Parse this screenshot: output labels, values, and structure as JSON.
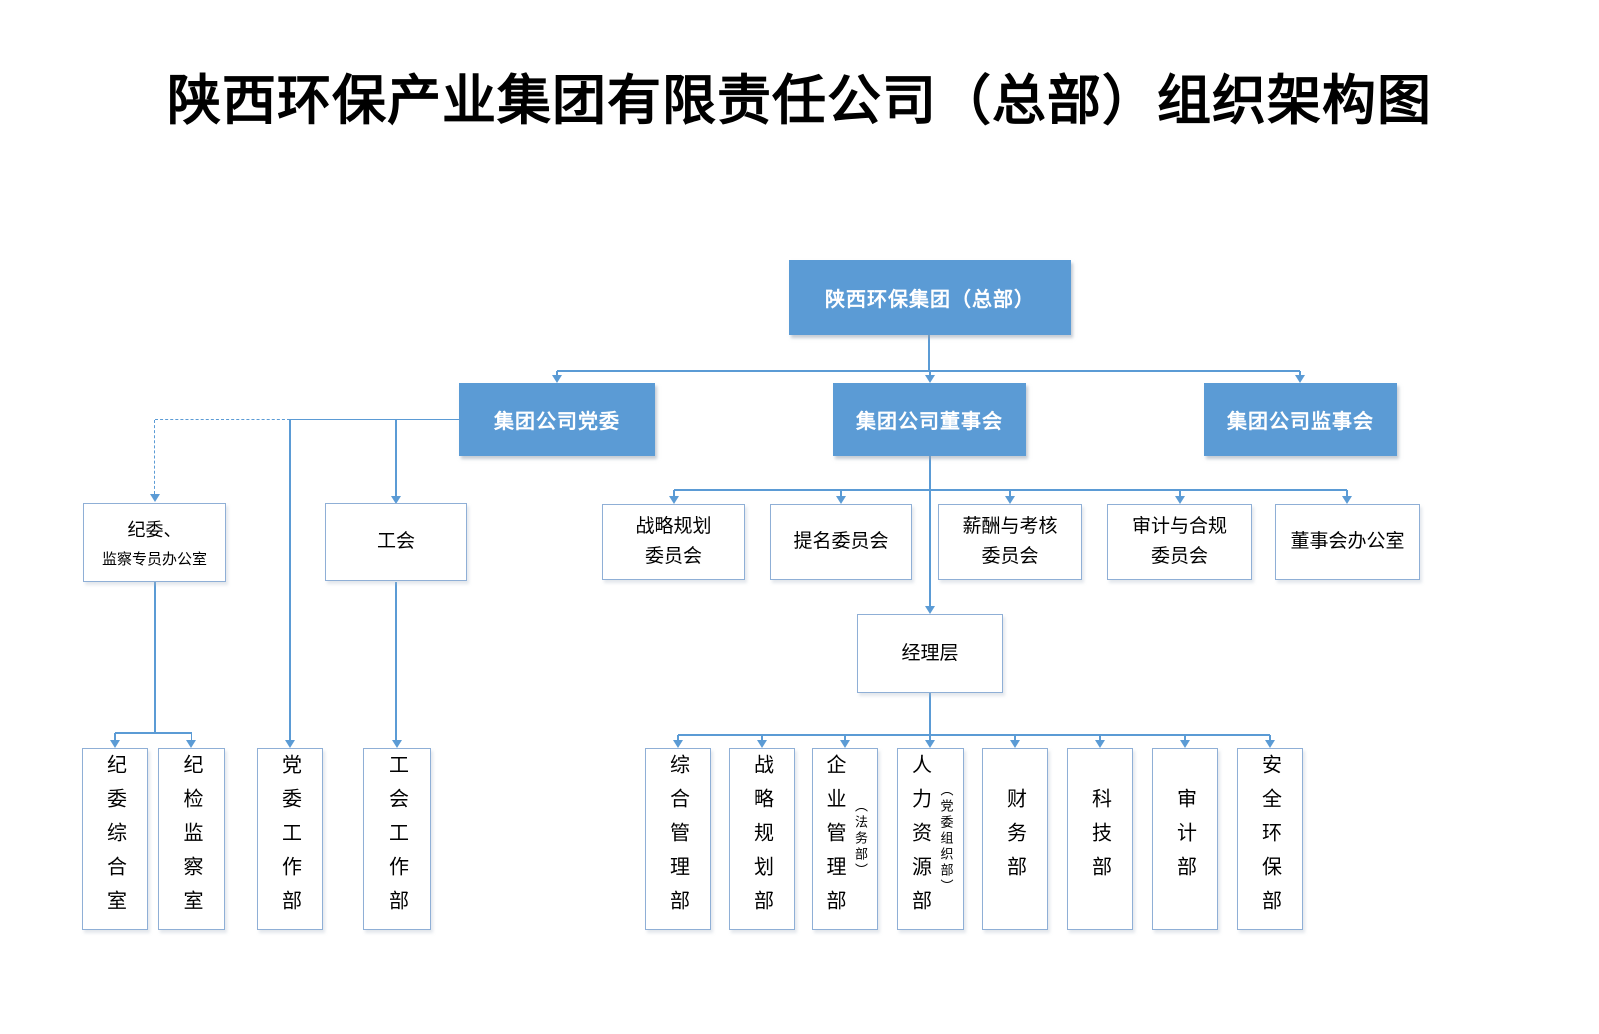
{
  "title": "陕西环保产业集团有限责任公司（总部）组织架构图",
  "colors": {
    "box_fill": "#5B9BD5",
    "box_text": "#FFFFFF",
    "line": "#5B9BD5",
    "box_border": "#8FAFD6",
    "label_text": "#000000"
  },
  "root": {
    "label": "陕西环保集团（总部）"
  },
  "level2": [
    {
      "label": "集团公司党委"
    },
    {
      "label": "集团公司董事会"
    },
    {
      "label": "集团公司监事会"
    }
  ],
  "discipline_office": {
    "line1": "纪委、",
    "line2": "监察专员办公室"
  },
  "union": {
    "label": "工会"
  },
  "committees": [
    {
      "line1": "战略规划",
      "line2": "委员会"
    },
    {
      "line1": "提名委员会",
      "line2": ""
    },
    {
      "line1": "薪酬与考核",
      "line2": "委员会"
    },
    {
      "line1": "审计与合规",
      "line2": "委员会"
    },
    {
      "line1": "董事会办公室",
      "line2": ""
    }
  ],
  "management": {
    "label": "经理层"
  },
  "party_departments": [
    {
      "label": "纪委综合室"
    },
    {
      "label": "纪检监察室"
    },
    {
      "label": "党委工作部"
    },
    {
      "label": "工会工作部"
    }
  ],
  "departments": [
    {
      "main": "综合管理部",
      "sub": ""
    },
    {
      "main": "战略规划部",
      "sub": ""
    },
    {
      "main": "企业管理部",
      "sub": "（法务部）"
    },
    {
      "main": "人力资源部",
      "sub": "（党委组织部）"
    },
    {
      "main": "财务部",
      "sub": ""
    },
    {
      "main": "科技部",
      "sub": ""
    },
    {
      "main": "审计部",
      "sub": ""
    },
    {
      "main": "安全环保部",
      "sub": ""
    }
  ]
}
